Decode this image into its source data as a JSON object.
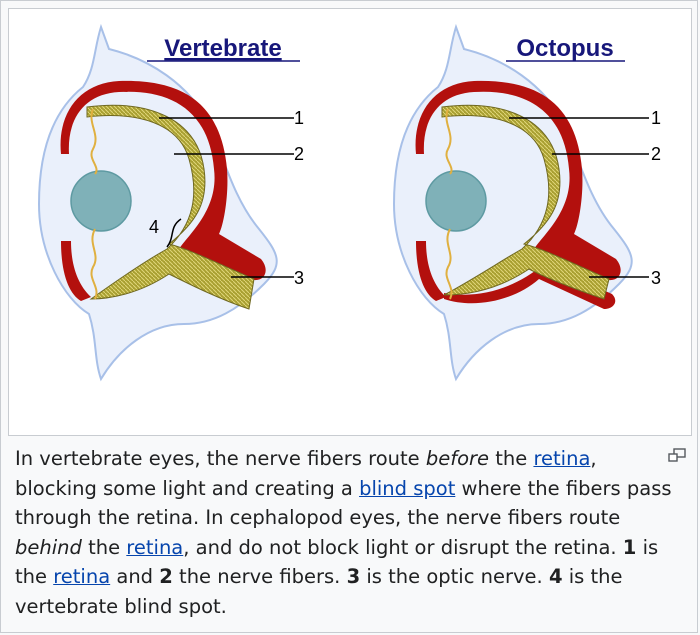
{
  "diagram": {
    "left_title": "Vertebrate",
    "right_title": "Octopus",
    "labels": {
      "one": "1",
      "two": "2",
      "three": "3",
      "four": "4"
    }
  },
  "caption": {
    "s1": "In vertebrate eyes, the nerve fibers route ",
    "s1_em": "before",
    "s1b": " the ",
    "link_retina_1": "retina",
    "s2": ", blocking some light and creating a ",
    "link_blind_spot": "blind spot",
    "s3": " where the fibers pass through the retina. In cephalopod eyes, the nerve fibers route ",
    "s3_em": "behind",
    "s3b": " the ",
    "link_retina_2": "retina",
    "s4": ", and do not block light or disrupt the retina. ",
    "b1": "1",
    "s5": " is the ",
    "link_retina_3": "retina",
    "s6": " and ",
    "b2": "2",
    "s7": " the nerve fibers. ",
    "b3": "3",
    "s8": " is the optic nerve. ",
    "b4": "4",
    "s9": " is the vertebrate blind spot."
  },
  "colors": {
    "eye_fill": "#eaf0fb",
    "eye_stroke": "#a8c0e8",
    "sclera_red": "#b3100d",
    "retina_olive": "#a39a2c",
    "lens": "#7fb1b8",
    "link": "#0645ad"
  },
  "icons": {
    "enlarge": "magnify-clip-icon"
  }
}
